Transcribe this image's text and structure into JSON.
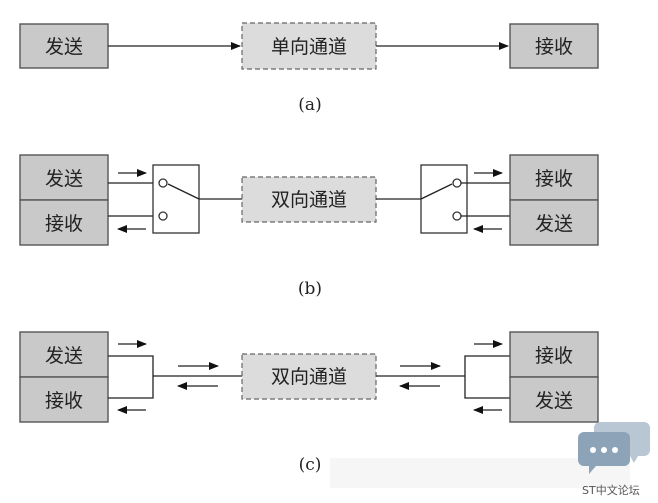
{
  "diagram_a": {
    "send": "发送",
    "channel": "单向通道",
    "receive": "接收",
    "caption": "(a)"
  },
  "diagram_b": {
    "left_top": "发送",
    "left_bottom": "接收",
    "channel": "双向通道",
    "right_top": "接收",
    "right_bottom": "发送",
    "caption": "(b)"
  },
  "diagram_c": {
    "left_top": "发送",
    "left_bottom": "接收",
    "channel": "双向通道",
    "right_top": "接收",
    "right_bottom": "发送",
    "caption": "(c)"
  },
  "watermark": {
    "text": "ST中文论坛",
    "icon": "chat-bubbles-icon"
  }
}
